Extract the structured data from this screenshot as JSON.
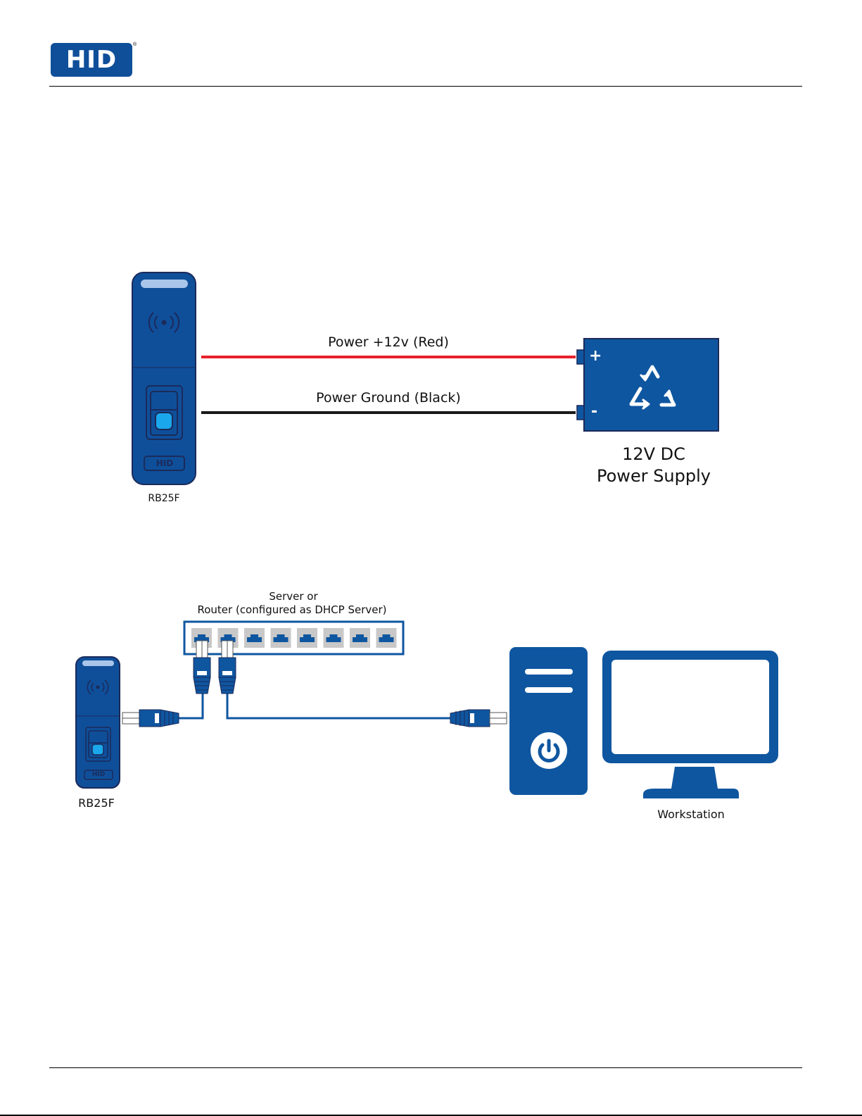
{
  "header": {
    "logo_text": "HID",
    "logo_registered": "®",
    "brand_color": "#0f4f9a"
  },
  "diagram_power": {
    "reader_label": "RB25F",
    "reader_badge": "HID",
    "wire_positive_label": "Power +12v (Red)",
    "wire_negative_label": "Power Ground (Black)",
    "wire_positive_color": "#e8202a",
    "wire_negative_color": "#1a1a1a",
    "supply_plus": "+",
    "supply_minus": "-",
    "supply_label_line1": "12V DC",
    "supply_label_line2": "Power Supply",
    "supply_icon": "recycle-icon"
  },
  "diagram_network": {
    "router_label_line1": "Server or",
    "router_label_line2": "Router (configured as DHCP Server)",
    "router_port_count": 8,
    "reader_label": "RB25F",
    "reader_badge": "HID",
    "workstation_label": "Workstation",
    "tower_icon": "power-icon",
    "cable_color": "#0f4f9a"
  }
}
